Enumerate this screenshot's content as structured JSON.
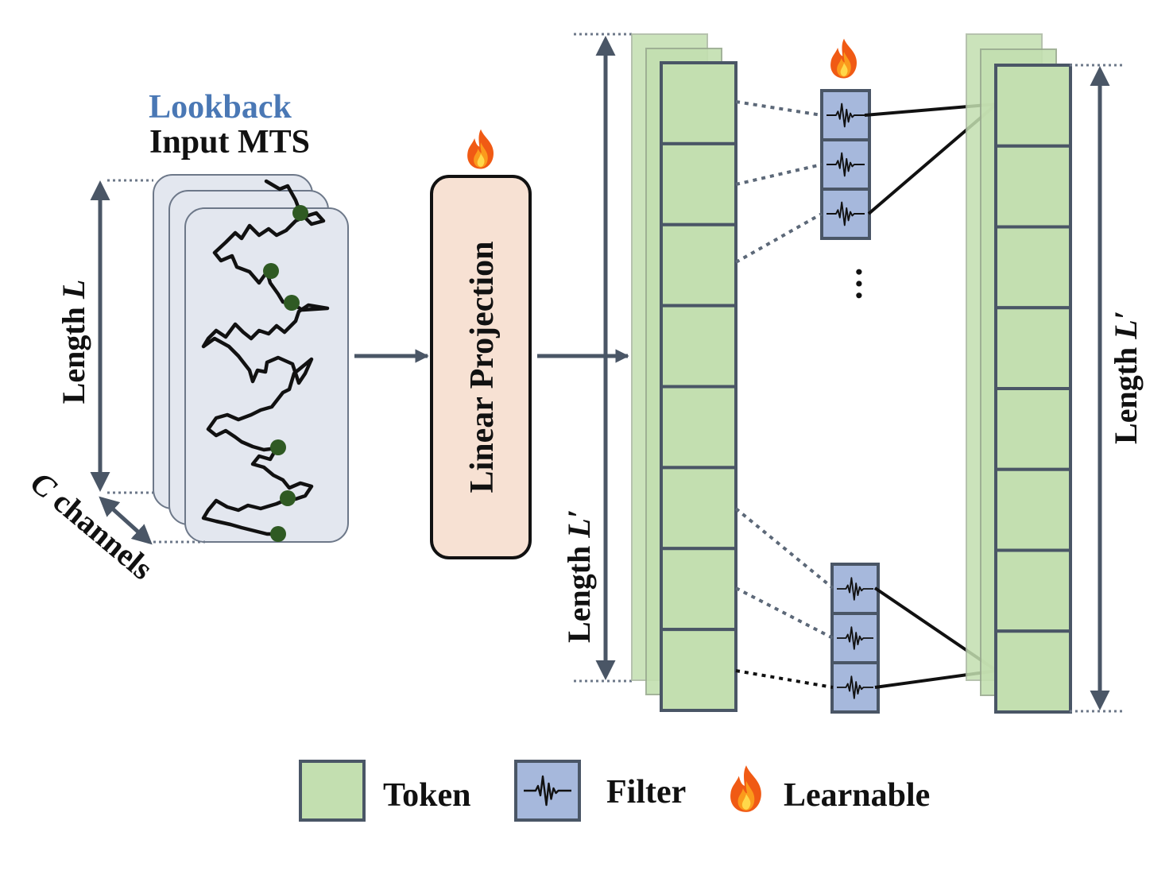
{
  "input": {
    "title_line1": "Lookback",
    "title_line2": "Input MTS",
    "length_label": "Length",
    "length_symbol": "L",
    "channels_symbol": "C",
    "channels_label": "channels"
  },
  "projection": {
    "label": "Linear Projection",
    "learnable": true
  },
  "tokens_left": {
    "count": 8,
    "length_label": "Length",
    "length_symbol": "L′"
  },
  "filters": {
    "groups": 2,
    "per_group": 3,
    "ellipsis": "…",
    "learnable": true
  },
  "tokens_right": {
    "count": 8,
    "length_label": "Length",
    "length_symbol": "L′"
  },
  "legend": {
    "token": "Token",
    "filter": "Filter",
    "learnable": "Learnable"
  },
  "colors": {
    "lookback_blue": "#4a78b5",
    "series_panel": "#e3e7ef",
    "panel_border": "#6d7889",
    "marker": "#2f5a23",
    "projection_fill": "#f7e1d3",
    "token_fill": "#c3dfb0",
    "token_border": "#4a5666",
    "filter_fill": "#a6b8dc",
    "arrow": "#4a5666"
  },
  "icons": {
    "learnable": "fire-icon",
    "filter": "waveform-icon"
  }
}
